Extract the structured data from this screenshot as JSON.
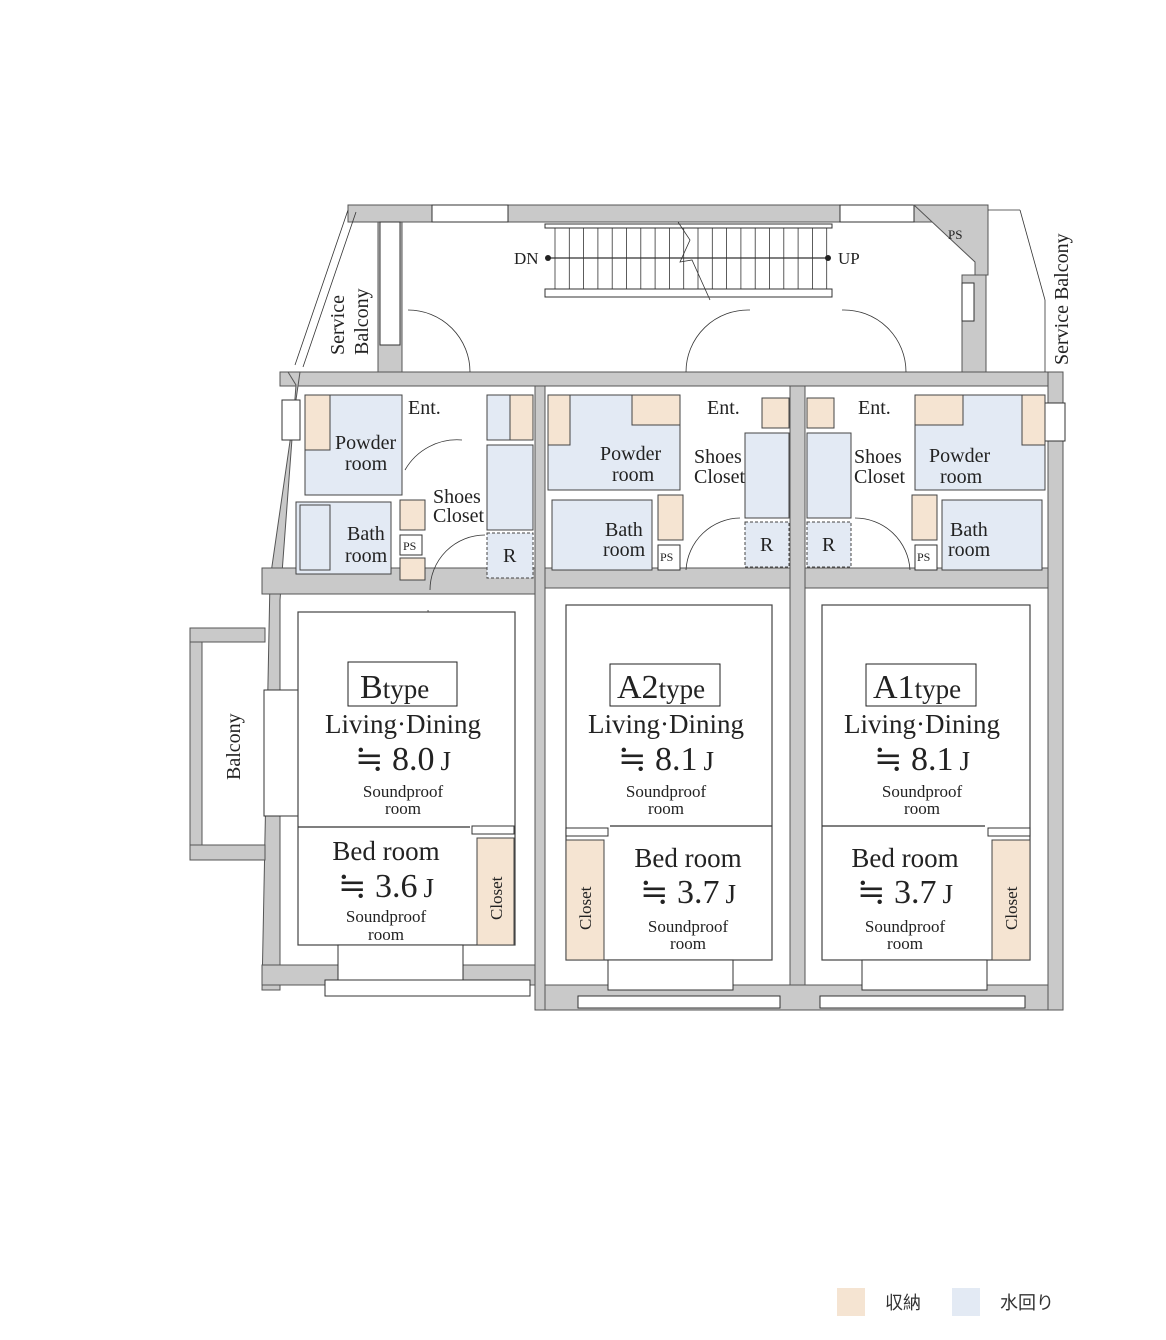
{
  "colors": {
    "storage": "#f5e4d2",
    "water": "#e3eaf4",
    "wall": "#c9c9c9"
  },
  "common": {
    "service_balcony_left": [
      "Service",
      "Balcony"
    ],
    "service_balcony_right": "Service Balcony",
    "stairs_down": "DN",
    "stairs_up": "UP",
    "ps": "PS",
    "balcony": "Balcony"
  },
  "units": [
    {
      "type_main": "B",
      "type_suffix": "type",
      "living": "Living·Dining",
      "living_area": "≒ 8.0",
      "bed": "Bed room",
      "bed_area": "≒ 3.6",
      "unit": "J",
      "soundproof": "Soundproof",
      "room": "room",
      "closet": "Closet",
      "ent": "Ent.",
      "powder": [
        "Powder",
        "room"
      ],
      "bath": [
        "Bath",
        "room"
      ],
      "shoes": [
        "Shoes",
        "Closet"
      ],
      "fridge": "R",
      "ps": "PS"
    },
    {
      "type_main": "A2",
      "type_suffix": "type",
      "living": "Living·Dining",
      "living_area": "≒ 8.1",
      "bed": "Bed room",
      "bed_area": "≒ 3.7",
      "unit": "J",
      "soundproof": "Soundproof",
      "room": "room",
      "closet": "Closet",
      "ent": "Ent.",
      "powder": [
        "Powder",
        "room"
      ],
      "bath": [
        "Bath",
        "room"
      ],
      "shoes": [
        "Shoes",
        "Closet"
      ],
      "fridge": "R",
      "ps": "PS"
    },
    {
      "type_main": "A1",
      "type_suffix": "type",
      "living": "Living·Dining",
      "living_area": "≒ 8.1",
      "bed": "Bed room",
      "bed_area": "≒ 3.7",
      "unit": "J",
      "soundproof": "Soundproof",
      "room": "room",
      "closet": "Closet",
      "ent": "Ent.",
      "powder": [
        "Powder",
        "room"
      ],
      "bath": [
        "Bath",
        "room"
      ],
      "shoes": [
        "Shoes",
        "Closet"
      ],
      "fridge": "R",
      "ps": "PS"
    }
  ],
  "legend": [
    {
      "label": "収納"
    },
    {
      "label": "水回り"
    }
  ]
}
